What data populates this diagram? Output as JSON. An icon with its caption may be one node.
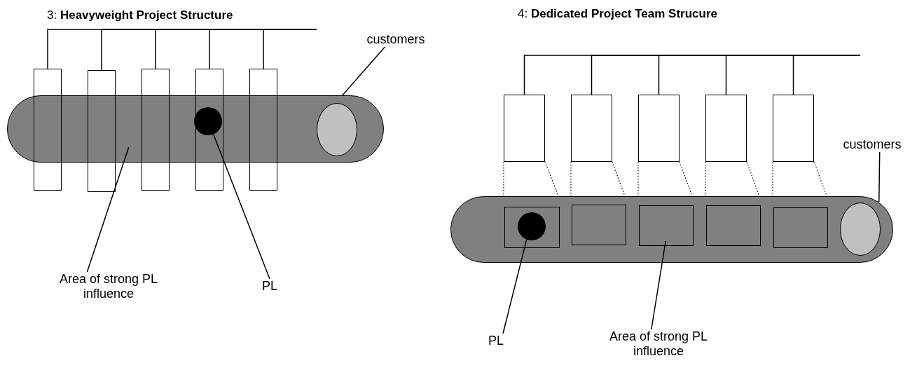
{
  "diagram": {
    "nodes": [
      {
        "text": [],
        "shape": "band"
      },
      {
        "text": [],
        "shape": "box"
      },
      {
        "text": [],
        "shape": "box"
      },
      {
        "text": [],
        "shape": "box"
      },
      {
        "text": [],
        "shape": "box"
      },
      {
        "text": [],
        "shape": "box"
      },
      {
        "text": [],
        "shape": "ellipse",
        "in": 0
      },
      {
        "text": [],
        "shape": "circle"
      },
      {
        "text": [
          "customers"
        ]
      },
      {
        "text": [
          "Area of strong PL influence"
        ]
      },
      {
        "text": [
          "PL"
        ]
      },
      {
        "text": [],
        "shape": "band"
      },
      {
        "text": [],
        "shape": "box"
      },
      {
        "text": [],
        "shape": "box"
      },
      {
        "text": [],
        "shape": "box"
      },
      {
        "text": [],
        "shape": "box"
      },
      {
        "text": [],
        "shape": "box"
      },
      {
        "text": [],
        "shape": "box",
        "in": 11
      },
      {
        "text": [],
        "shape": "box",
        "in": 11
      },
      {
        "text": [],
        "shape": "box",
        "in": 11
      },
      {
        "text": [],
        "shape": "box",
        "in": 11
      },
      {
        "text": [],
        "shape": "box",
        "in": 11
      },
      {
        "text": [],
        "shape": "ellipse",
        "in": 11
      },
      {
        "text": [],
        "shape": "circle",
        "in": 17
      },
      {
        "text": [
          "customers"
        ]
      },
      {
        "text": [
          "PL"
        ]
      },
      {
        "text": [
          "Area of strong PL influence"
        ]
      }
    ],
    "edges": [
      {
        "from": null,
        "to": 1,
        "arrow": "none"
      },
      {
        "from": null,
        "to": 2,
        "arrow": "none"
      },
      {
        "from": null,
        "to": 3,
        "arrow": "none"
      },
      {
        "from": null,
        "to": 4,
        "arrow": "none"
      },
      {
        "from": null,
        "to": 5,
        "arrow": "none"
      },
      {
        "from": 8,
        "to": 0,
        "arrow": "none"
      },
      {
        "from": 9,
        "to": 0,
        "arrow": "none"
      },
      {
        "from": 10,
        "to": 7,
        "arrow": "none"
      },
      {
        "from": null,
        "to": 12,
        "arrow": "none"
      },
      {
        "from": null,
        "to": 13,
        "arrow": "none"
      },
      {
        "from": null,
        "to": 14,
        "arrow": "none"
      },
      {
        "from": null,
        "to": 15,
        "arrow": "none"
      },
      {
        "from": null,
        "to": 16,
        "arrow": "none"
      },
      {
        "from": 12,
        "to": 11,
        "arrow": "none",
        "style": "dashed"
      },
      {
        "from": 12,
        "to": 11,
        "arrow": "none",
        "style": "dashed"
      },
      {
        "from": 13,
        "to": 11,
        "arrow": "none",
        "style": "dashed"
      },
      {
        "from": 13,
        "to": 11,
        "arrow": "none",
        "style": "dashed"
      },
      {
        "from": 14,
        "to": 11,
        "arrow": "none",
        "style": "dashed"
      },
      {
        "from": 14,
        "to": 11,
        "arrow": "none",
        "style": "dashed"
      },
      {
        "from": 15,
        "to": 11,
        "arrow": "none",
        "style": "dashed"
      },
      {
        "from": 15,
        "to": 11,
        "arrow": "none",
        "style": "dashed"
      },
      {
        "from": 16,
        "to": 11,
        "arrow": "none",
        "style": "dashed"
      },
      {
        "from": 16,
        "to": 11,
        "arrow": "none",
        "style": "dashed"
      },
      {
        "from": 24,
        "to": 11,
        "arrow": "none"
      },
      {
        "from": 25,
        "to": 23,
        "arrow": "none"
      },
      {
        "from": 26,
        "to": 19,
        "arrow": "none"
      }
    ],
    "labels": [
      "3: **Heavyweight Project Structure**",
      "4: **Dedicated Project Team Strucure**"
    ]
  }
}
